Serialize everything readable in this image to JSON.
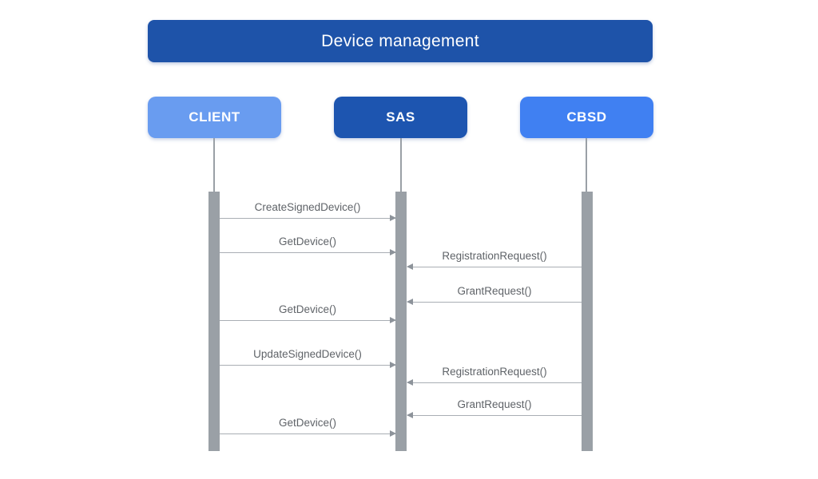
{
  "diagram": {
    "type": "sequence-diagram",
    "title": "Device management",
    "actors": [
      {
        "id": "client",
        "label": "CLIENT",
        "color": "#699CF0"
      },
      {
        "id": "sas",
        "label": "SAS",
        "color": "#1D55B0"
      },
      {
        "id": "cbsd",
        "label": "CBSD",
        "color": "#4080F2"
      }
    ],
    "messages": [
      {
        "label": "CreateSignedDevice()",
        "from": "CLIENT",
        "to": "SAS"
      },
      {
        "label": "GetDevice()",
        "from": "CLIENT",
        "to": "SAS"
      },
      {
        "label": "RegistrationRequest()",
        "from": "CBSD",
        "to": "SAS"
      },
      {
        "label": "GrantRequest()",
        "from": "CBSD",
        "to": "SAS"
      },
      {
        "label": "GetDevice()",
        "from": "CLIENT",
        "to": "SAS"
      },
      {
        "label": "UpdateSignedDevice()",
        "from": "CLIENT",
        "to": "SAS"
      },
      {
        "label": "RegistrationRequest()",
        "from": "CBSD",
        "to": "SAS"
      },
      {
        "label": "GrantRequest()",
        "from": "CBSD",
        "to": "SAS"
      },
      {
        "label": "GetDevice()",
        "from": "CLIENT",
        "to": "SAS"
      }
    ],
    "colors": {
      "title_bg": "#1E53A9",
      "client_bg": "#699CF0",
      "sas_bg": "#1D55B0",
      "cbsd_bg": "#4080F2",
      "lifeline": "#9AA0A6",
      "arrow_line": "#A9AEB4",
      "message_text": "#5F6368",
      "background": "#FFFFFF"
    }
  }
}
